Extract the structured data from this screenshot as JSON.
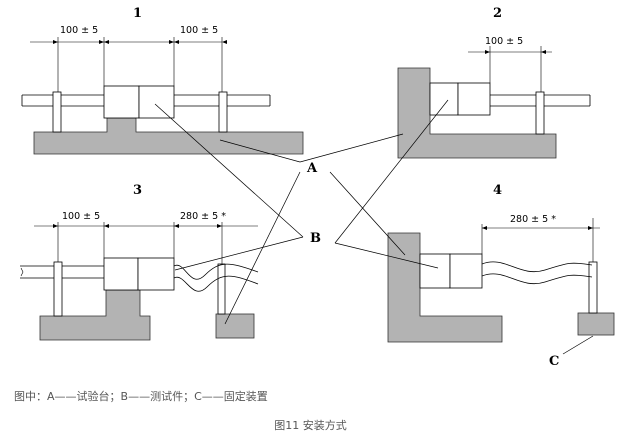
{
  "figure": {
    "legend_text": "图中：A——试验台；B——测试件；C——固定装置",
    "caption": "图11 安装方式",
    "panels": [
      {
        "number": "1",
        "dim_left": "100 ± 5",
        "dim_right": "100 ± 5"
      },
      {
        "number": "2",
        "dim_right": "100 ± 5"
      },
      {
        "number": "3",
        "dim_left": "100 ± 5",
        "dim_right": "280 ± 5 *"
      },
      {
        "number": "4",
        "dim_right": "280 ± 5 *"
      }
    ],
    "labels": {
      "A": "A",
      "B": "B",
      "C": "C"
    }
  }
}
